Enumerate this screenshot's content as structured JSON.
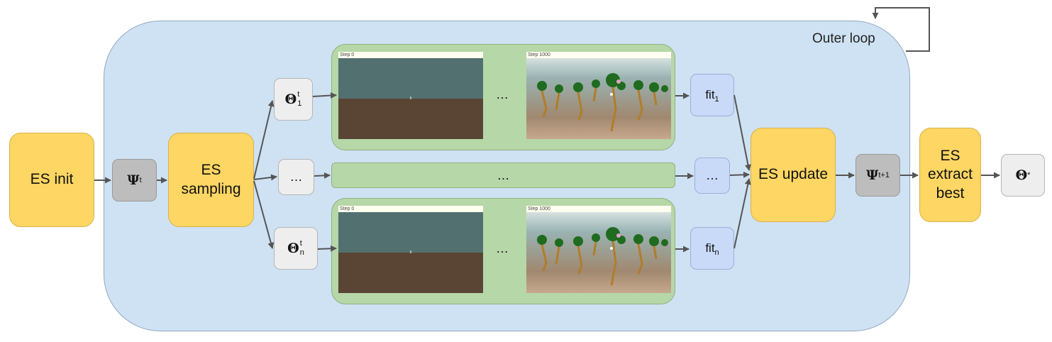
{
  "outer_loop_label": "Outer loop",
  "es_init": "ES init",
  "es_sampling": [
    "ES",
    "sampling"
  ],
  "es_update": "ES update",
  "es_extract": [
    "ES",
    "extract",
    "best"
  ],
  "psi_t": {
    "symbol": "Ψ",
    "sup": "t"
  },
  "psi_t1": {
    "symbol": "Ψ",
    "sup": "t+1"
  },
  "theta_1": {
    "symbol": "Θ",
    "sup": "t",
    "sub": "1"
  },
  "theta_n": {
    "symbol": "Θ",
    "sup": "t",
    "sub": "n"
  },
  "theta_star": {
    "symbol": "Θ",
    "sup": "*"
  },
  "middle_ellipsis": "…",
  "fit_1": {
    "label": "fit",
    "sub": "1"
  },
  "fit_n": {
    "label": "fit",
    "sub": "n"
  },
  "fit_mid": "…",
  "frame_start_label": "Step 0",
  "frame_end_label": "Step 1000",
  "frame_ellipsis": "…",
  "colors": {
    "outer": "#cfe2f3",
    "es_box": "#fdd663",
    "param_box": "#bdbdbd",
    "sample_box": "#eeeeee",
    "fit_box": "#c9daf8",
    "rollout": "#b6d7a8",
    "sky": "#52706f",
    "soil": "#5a4535",
    "arrow": "#555555"
  }
}
